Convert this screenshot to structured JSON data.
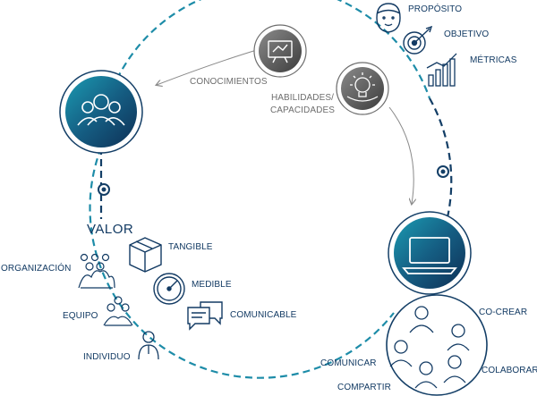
{
  "labels": {
    "proposito": "PROPÓSITO",
    "objetivo": "OBJETIVO",
    "metricas": "MÉTRICAS",
    "conocimientos": "CONOCIMIENTOS",
    "habilidades_line1": "HABILIDADES/",
    "habilidades_line2": "CAPACIDADES",
    "valor": "VALOR",
    "tangible": "TANGIBLE",
    "medible": "MEDIBLE",
    "comunicable": "COMUNICABLE",
    "organizacion": "ORGANIZACIÓN",
    "equipo": "EQUIPO",
    "individuo": "INDIVIDUO",
    "co_crear": "CO-CREAR",
    "colaborar": "COLABORAR",
    "comunicar": "COMUNICAR",
    "compartir": "COMPARTIR"
  },
  "colors": {
    "navy": "#123a63",
    "teal": "#1a8fa8",
    "gray": "#6d6d6d"
  },
  "icons": [
    "people-group-icon",
    "laptop-icon",
    "whiteboard-icon",
    "lightbulb-gear-icon",
    "person-face-icon",
    "target-icon",
    "chart-icon",
    "box-icon",
    "gauge-icon",
    "chat-icon",
    "organization-icon",
    "team-icon",
    "individual-icon"
  ]
}
